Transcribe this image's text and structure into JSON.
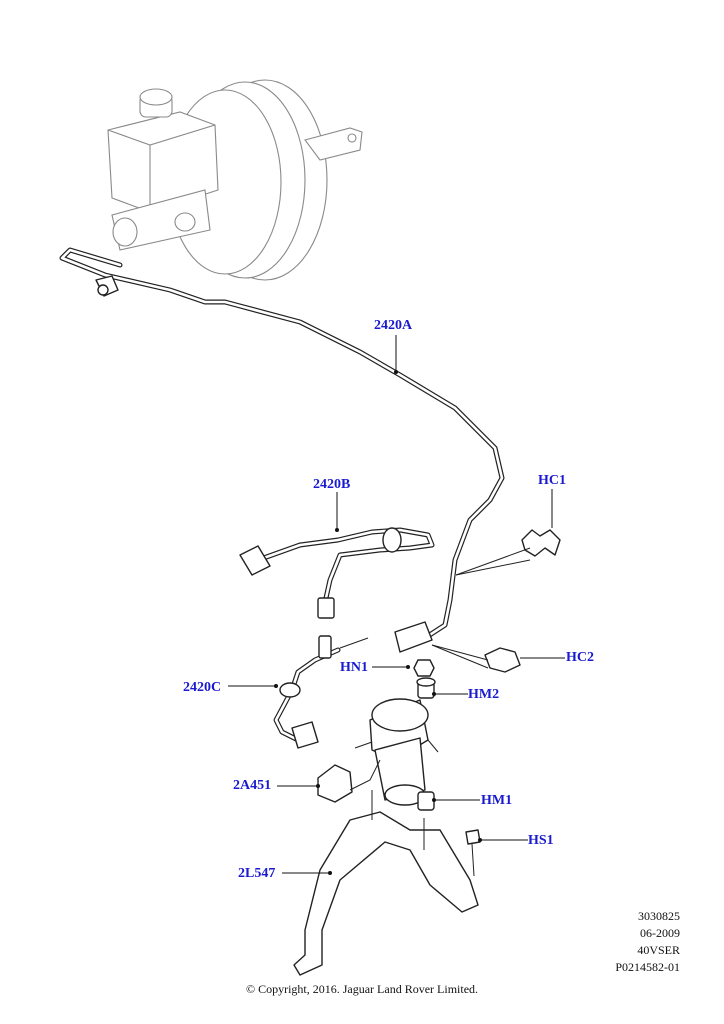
{
  "callouts": {
    "c2420A": "2420A",
    "c2420B": "2420B",
    "c2420C": "2420C",
    "cHC1": "HC1",
    "cHC2": "HC2",
    "cHN1": "HN1",
    "cHM2": "HM2",
    "cHM1": "HM1",
    "cHS1": "HS1",
    "c2A451": "2A451",
    "c2L547": "2L547"
  },
  "meta": {
    "line1": "3030825",
    "line2": "06-2009",
    "line3": "40VSER",
    "line4": "P0214582-01"
  },
  "copyright": "© Copyright, 2016. Jaguar Land Rover Limited.",
  "colors": {
    "callout": "#1a1ad0",
    "line": "#222222"
  }
}
